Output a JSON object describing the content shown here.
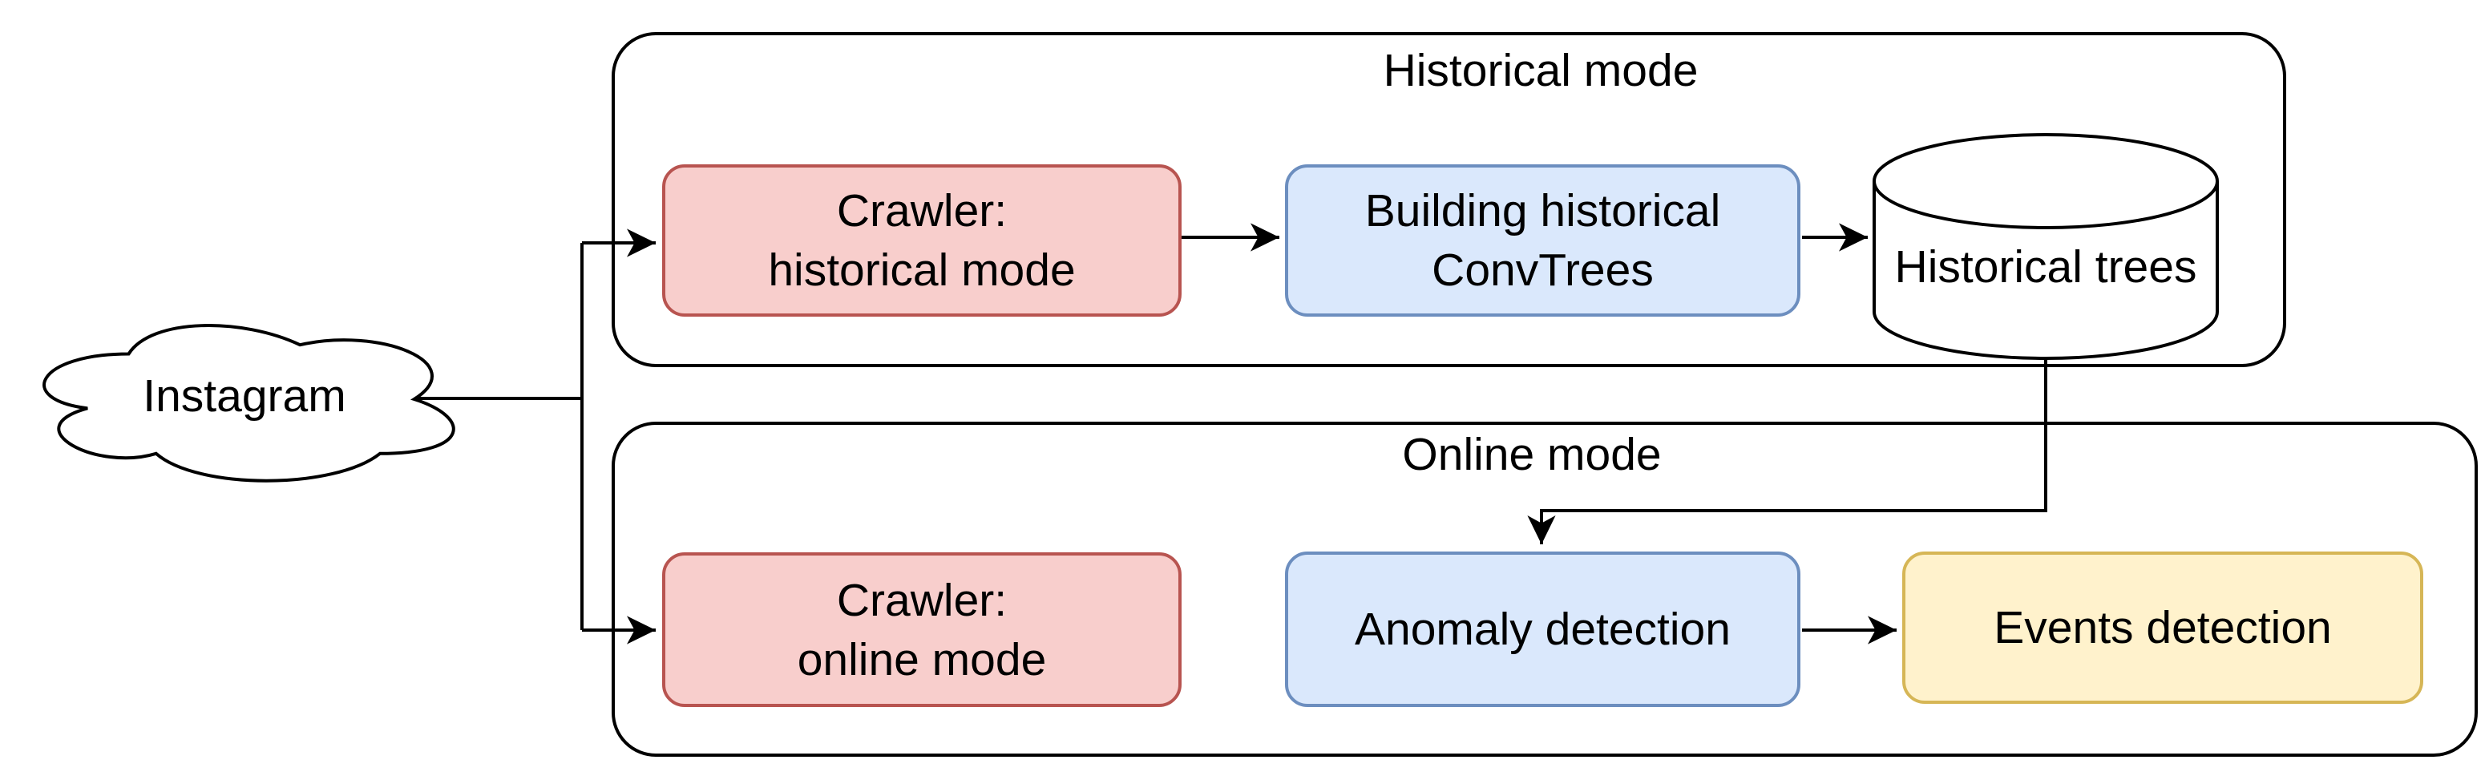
{
  "diagram": {
    "source": {
      "label": "Instagram"
    },
    "historical_group": {
      "title": "Historical mode",
      "crawler": {
        "line1": "Crawler:",
        "line2": "historical mode"
      },
      "building": {
        "line1": "Building historical",
        "line2": "ConvTrees"
      },
      "database": {
        "label": "Historical trees"
      }
    },
    "online_group": {
      "title": "Online mode",
      "crawler": {
        "line1": "Crawler:",
        "line2": "online mode"
      },
      "anomaly": {
        "label": "Anomaly detection"
      },
      "events": {
        "label": "Events detection"
      }
    },
    "colors": {
      "background": "#ffffff",
      "line": "#000000",
      "red_fill": "#f8cecc",
      "red_stroke": "#b85450",
      "blue_fill": "#dae8fc",
      "blue_stroke": "#6c8ebf",
      "yellow_fill": "#fff2cc",
      "yellow_stroke": "#d6b656"
    }
  }
}
